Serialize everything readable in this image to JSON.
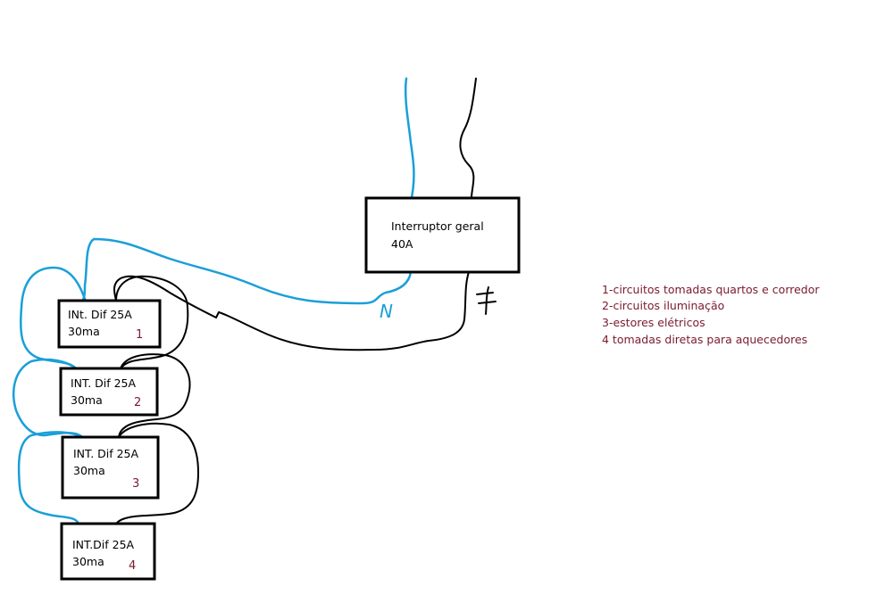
{
  "main_switch": {
    "line1": "Interruptor geral",
    "line2": "40A"
  },
  "neutral_label": "N",
  "breakers": [
    {
      "line1": "INt. Dif 25A",
      "line2": "30ma",
      "number": "1"
    },
    {
      "line1": "INT. Dif 25A",
      "line2": "30ma",
      "number": "2"
    },
    {
      "line1": "INT. Dif 25A",
      "line2": "30ma",
      "number": "3"
    },
    {
      "line1": "INT.Dif 25A",
      "line2": "30ma",
      "number": "4"
    }
  ],
  "legend": [
    "1-circuitos tomadas quartos e corredor",
    "2-circuitos iluminação",
    "3-estores elétricos",
    "4 tomadas diretas para aquecedores"
  ],
  "colors": {
    "neutral_wire": "#1a9fd8",
    "phase_wire": "#000000",
    "legend_text": "#7a1a2e"
  }
}
